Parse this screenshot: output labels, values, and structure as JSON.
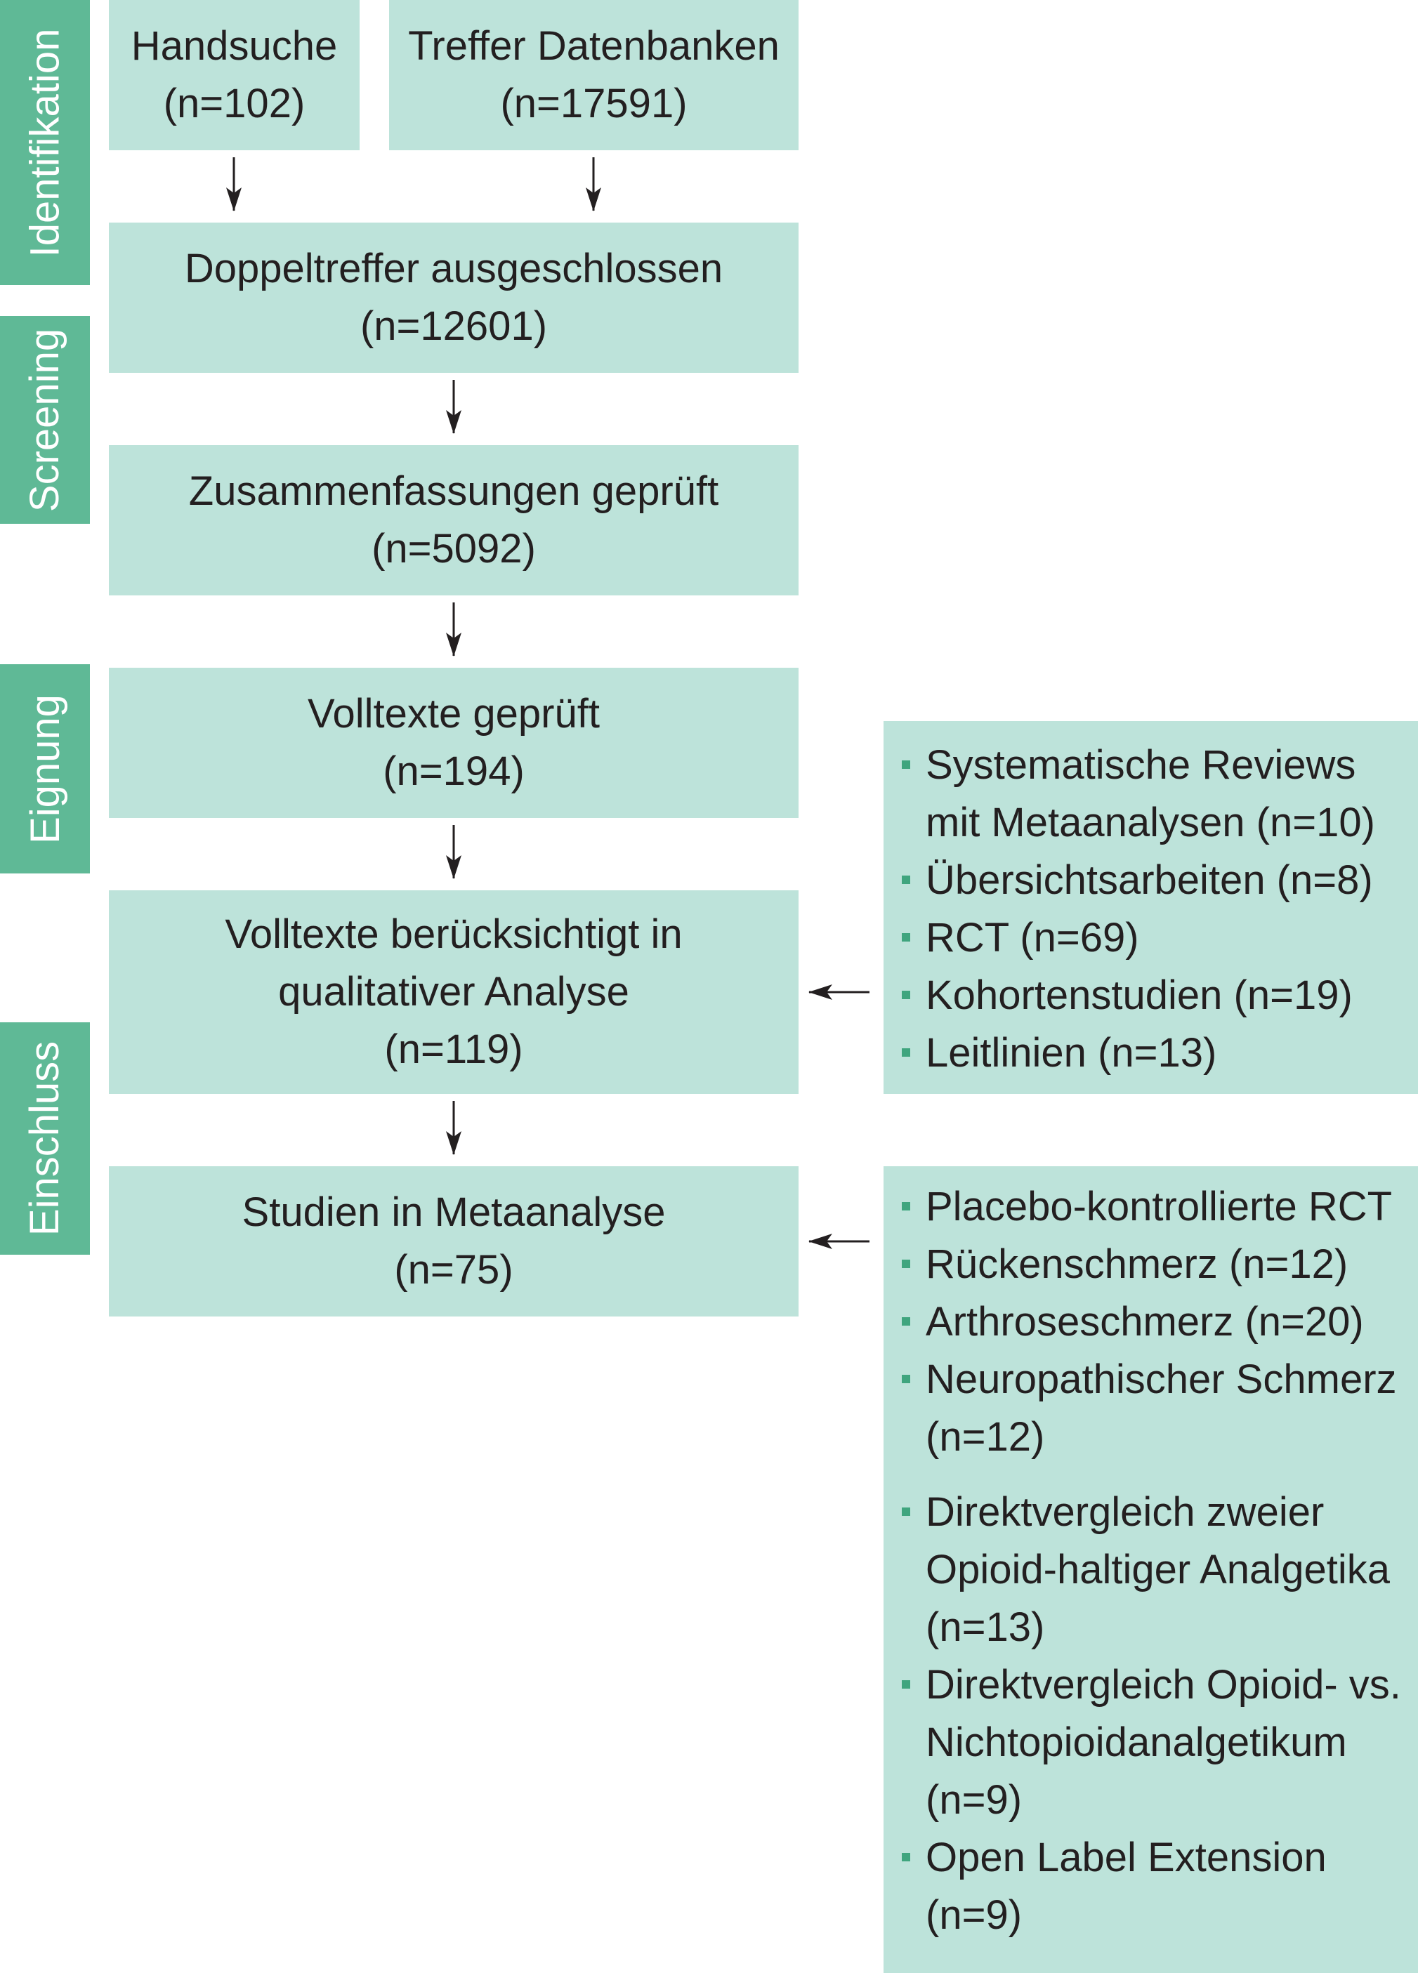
{
  "phases": {
    "identification": "Identifikation",
    "screening": "Screening",
    "eligibility": "Eignung",
    "inclusion": "Einschluss"
  },
  "boxes": {
    "hand_search": {
      "label": "Handsuche",
      "count": "(n=102)"
    },
    "database_hits": {
      "label": "Treffer Datenbanken",
      "count": "(n=17591)"
    },
    "duplicates_excluded": {
      "label": "Doppeltreffer ausgeschlossen",
      "count": "(n=12601)"
    },
    "abstracts_screened": {
      "label": "Zusammenfassungen geprüft",
      "count": "(n=5092)"
    },
    "fulltexts_assessed": {
      "label": "Volltexte geprüft",
      "count": "(n=194)"
    },
    "fulltexts_included": {
      "line1": "Volltexte berücksichtigt in",
      "line2": "qualitativer Analyse",
      "count": "(n=119)"
    },
    "meta_analysis": {
      "label": "Studien in Metaanalyse",
      "count": "(n=75)"
    }
  },
  "qualitative_breakdown": [
    {
      "lines": [
        "Systematische Reviews",
        "mit Metaanalysen (n=10)"
      ]
    },
    {
      "lines": [
        "Übersichtsarbeiten (n=8)"
      ]
    },
    {
      "lines": [
        "RCT (n=69)"
      ]
    },
    {
      "lines": [
        "Kohortenstudien (n=19)"
      ]
    },
    {
      "lines": [
        "Leitlinien (n=13)"
      ]
    }
  ],
  "meta_breakdown": [
    {
      "lines": [
        "Placebo-kontrollierte RCT"
      ]
    },
    {
      "lines": [
        "Rückenschmerz (n=12)"
      ]
    },
    {
      "lines": [
        "Arthroseschmerz (n=20)"
      ]
    },
    {
      "lines": [
        "Neuropathischer Schmerz",
        "(n=12)"
      ]
    },
    {
      "lines": [
        "Direktvergleich zweier",
        "Opioid-haltiger Analgetika",
        "(n=13)"
      ],
      "gap": true
    },
    {
      "lines": [
        "Direktvergleich Opioid- vs.",
        "Nichtopioidanalgetikum",
        "(n=9)"
      ]
    },
    {
      "lines": [
        "Open Label Extension",
        "(n=9)"
      ]
    }
  ],
  "colors": {
    "box_fill": "#bde3da",
    "phase_fill": "#5fb996",
    "bullet": "#3fa57e",
    "text": "#231f20"
  }
}
